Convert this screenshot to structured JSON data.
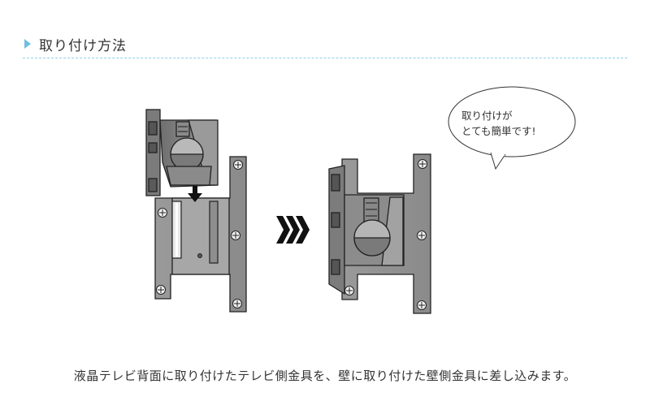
{
  "section": {
    "title": "取り付け方法",
    "marker_icon": "triangle-right-icon",
    "accent_color": "#6fbfe3"
  },
  "bubble": {
    "line1": "取り付けが",
    "line2": "とても簡単です!"
  },
  "caption": "液晶テレビ背面に取り付けたテレビ側金具を、壁に取り付けた壁側金具に差し込みます。",
  "icons": {
    "arrow_down": "arrow-down-icon",
    "next": "chevron-triple-right-icon"
  }
}
